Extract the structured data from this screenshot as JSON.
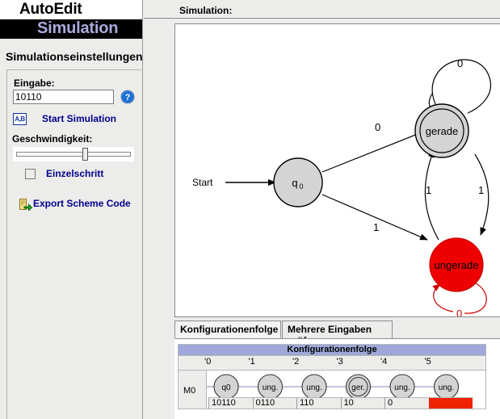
{
  "logo": {
    "line1": "AutoEdit",
    "line2": "Simulation",
    "accent_color": "#aaaadd"
  },
  "sidebar": {
    "title": "Simulationseinstellungen:",
    "input_label": "Eingabe:",
    "input_value": "10110",
    "input_placeholder": "",
    "help_icon": "help-circle-icon",
    "start_icon": "ab-icon",
    "start_label": "Start Simulation",
    "speed_label": "Geschwindigkeit:",
    "speed_value": 62,
    "single_step_label": "Einzelschritt",
    "single_step_checked": false,
    "export_icon": "export-page-icon",
    "export_label": "Export Scheme Code"
  },
  "main": {
    "header_label": "Simulation:"
  },
  "automaton": {
    "start_label": "Start",
    "states": [
      {
        "id": "q0",
        "label": "q",
        "sub": "0",
        "fill": "#d4d4d4",
        "accepting": false
      },
      {
        "id": "gerade",
        "label": "gerade",
        "fill": "#d4d4d4",
        "accepting": true
      },
      {
        "id": "ungerade",
        "label": "ungerade",
        "fill": "#ee0000",
        "accepting": false
      }
    ],
    "transitions": [
      {
        "from": "q0",
        "to": "gerade",
        "label": "0"
      },
      {
        "from": "q0",
        "to": "ungerade",
        "label": "1"
      },
      {
        "from": "gerade",
        "to": "gerade",
        "label": "0"
      },
      {
        "from": "gerade",
        "to": "ungerade",
        "label": "1"
      },
      {
        "from": "ungerade",
        "to": "gerade",
        "label": "1"
      },
      {
        "from": "ungerade",
        "to": "ungerade",
        "label": "0",
        "color": "#ee0000"
      }
    ]
  },
  "tabs": [
    {
      "label": "Konfigurationenfolge",
      "active": true
    },
    {
      "label": "Mehrere Eingaben prüfen",
      "active": false
    }
  ],
  "table": {
    "title": "Konfigurationenfolge",
    "title_bg": "#9fa8d8",
    "ruler_ticks": [
      "0",
      "1",
      "2",
      "3",
      "4",
      "5"
    ],
    "row_label": "M0",
    "steps": [
      {
        "state": "q0",
        "accepting": false,
        "tape": "10110"
      },
      {
        "state": "ung.",
        "accepting": false,
        "tape": "0110"
      },
      {
        "state": "ung.",
        "accepting": false,
        "tape": "110"
      },
      {
        "state": "ger.",
        "accepting": true,
        "tape": "10"
      },
      {
        "state": "ung.",
        "accepting": false,
        "tape": "0"
      },
      {
        "state": "ung.",
        "accepting": false,
        "tape": "",
        "highlight": "#ee2200"
      }
    ]
  }
}
